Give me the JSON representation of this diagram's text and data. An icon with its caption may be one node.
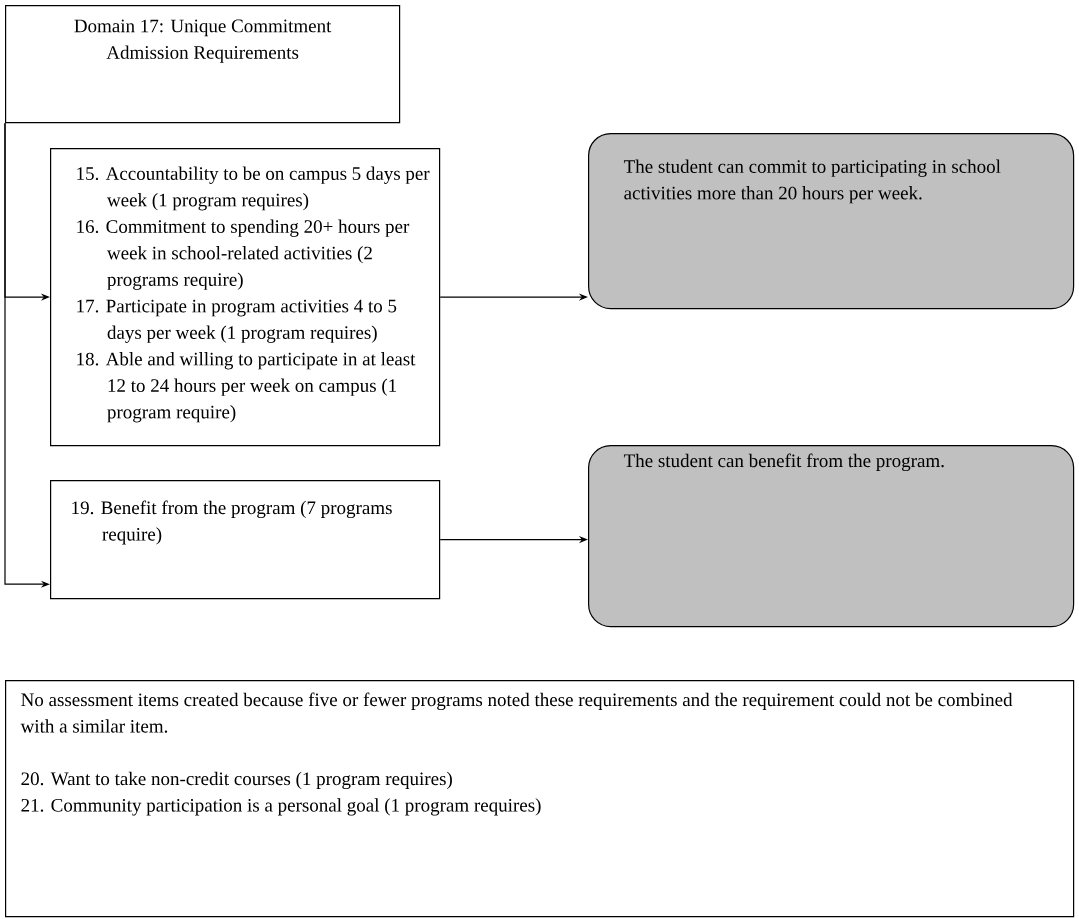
{
  "diagram": {
    "nodes": [
      {
        "text": [
          "Domain 17: Unique Commitment Admission Requirements"
        ]
      },
      {
        "text": [
          "15. Accountability to be on campus 5 days per week (1 program requires)",
          "16. Commitment to spending 20+ hours per week in school-related activities (2 programs require)",
          "17. Participate in program activities 4 to 5 days per week (1 program requires)",
          "18. Able and willing to participate in at least 12 to 24 hours per week on campus (1 program require)"
        ]
      },
      {
        "text": [
          "The student can commit to participating in school activities more than 20 hours per week."
        ]
      },
      {
        "text": [
          "19. Benefit from the program (7 programs require)"
        ]
      },
      {
        "text": [
          "The student can benefit from the program."
        ]
      },
      {
        "text": [
          "No assessment items created because five or fewer programs noted these requirements and the requirement could not be combined with a similar item.",
          "20. Want to take non-credit courses (1 program requires)",
          "21. Community participation is a personal goal (1 program requires)"
        ]
      }
    ],
    "edges": [
      {
        "from": 0,
        "to": 1,
        "arrow": "to"
      },
      {
        "from": 0,
        "to": 3,
        "arrow": "to"
      },
      {
        "from": 1,
        "to": 2,
        "arrow": "to"
      },
      {
        "from": 3,
        "to": 4,
        "arrow": "to"
      }
    ]
  }
}
